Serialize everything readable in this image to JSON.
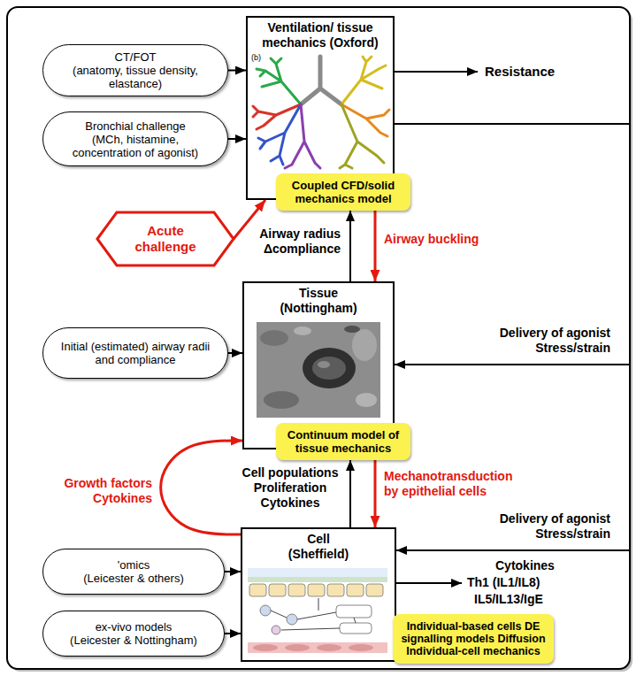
{
  "diagram": {
    "nodes": [
      {
        "text": [
          "CT/FOT",
          "(anatomy, tissue density, elastance)"
        ]
      },
      {
        "text": [
          "Bronchial challenge",
          "(MCh, histamine, concentration of agonist)"
        ]
      },
      {
        "text": [
          "Ventilation/ tissue mechanics (Oxford)"
        ]
      },
      {
        "text": [
          "Coupled CFD/solid mechanics model"
        ]
      },
      {
        "text": [
          "Acute challenge"
        ]
      },
      {
        "text": [
          "Initial (estimated) airway radii and compliance"
        ]
      },
      {
        "text": [
          "Tissue (Nottingham)"
        ]
      },
      {
        "text": [
          "Continuum model of tissue mechanics"
        ]
      },
      {
        "text": [
          "'omics",
          "(Leicester & others)"
        ]
      },
      {
        "text": [
          "ex-vivo models",
          "(Leicester & Nottingham)"
        ]
      },
      {
        "text": [
          "Cell (Sheffield)"
        ]
      },
      {
        "text": [
          "Individual-based cells DE signalling models Diffusion Individual-cell mechanics"
        ]
      }
    ],
    "edges": [
      {
        "from": 0,
        "to": 2,
        "arrow": "to"
      },
      {
        "from": 1,
        "to": 2,
        "arrow": "to"
      },
      {
        "from": 4,
        "to": 2,
        "arrow": "to"
      },
      {
        "from": 6,
        "to": 2,
        "arrow": "to",
        "label": "Airway radius Δcompliance"
      },
      {
        "from": 2,
        "to": 6,
        "arrow": "to",
        "label": "Airway buckling"
      },
      {
        "from": 2,
        "to": 6,
        "arrow": "to",
        "label": "Delivery of agonist Stress/strain"
      },
      {
        "from": 5,
        "to": 6,
        "arrow": "to"
      },
      {
        "from": 6,
        "to": 10,
        "arrow": "to",
        "label": "Mechanotransduction by epithelial cells"
      },
      {
        "from": 10,
        "to": 6,
        "arrow": "to",
        "label": "Cell populations Proliferation Cytokines"
      },
      {
        "from": 10,
        "to": 6,
        "arrow": "to",
        "label": "Growth factors Cytokines"
      },
      {
        "from": 2,
        "to": 10,
        "arrow": "to",
        "label": "Delivery of agonist Stress/strain"
      },
      {
        "from": 8,
        "to": 10,
        "arrow": "to"
      },
      {
        "from": 9,
        "to": 10,
        "arrow": "to"
      }
    ],
    "labels": [
      "Resistance",
      "Cytokines",
      "Th1 (IL1/IL8)",
      "IL5/IL13/IgE",
      "(b)"
    ]
  }
}
